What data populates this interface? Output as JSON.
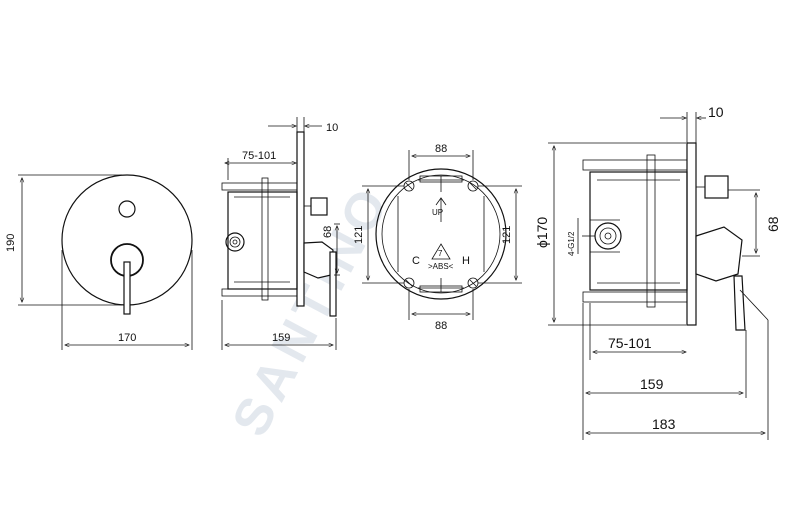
{
  "watermark": "SANTINO",
  "front_view": {
    "dim_height": "190",
    "dim_width": "170"
  },
  "side_view": {
    "dim_plate": "10",
    "dim_wall_range": "75-101",
    "dim_outlet": "68",
    "dim_depth": "159"
  },
  "box_view": {
    "dim_top": "88",
    "dim_bottom": "88",
    "dim_left": "121",
    "dim_right": "121",
    "label_up": "UP",
    "label_cold": "C",
    "label_hot": "H",
    "label_material": ">ABS<",
    "recycle_code": "7"
  },
  "large_side_view": {
    "dim_plate": "10",
    "dim_diameter": "ϕ170",
    "dim_thread": "4-G1/2",
    "dim_outlet": "68",
    "dim_wall_range": "75-101",
    "dim_mid": "159",
    "dim_total": "183"
  }
}
